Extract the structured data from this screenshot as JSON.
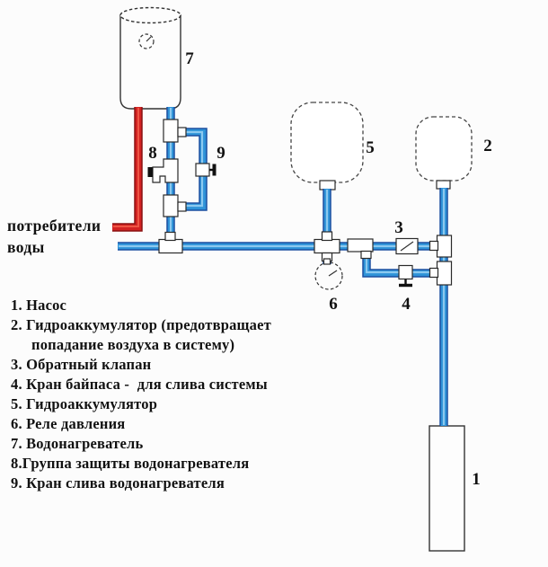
{
  "page": {
    "background": "#fcfcfc"
  },
  "colors": {
    "pipe_blue": "#2f93d8",
    "pipe_blue_dark": "#1c4fa0",
    "pipe_blue_light": "#8cc9ef",
    "pipe_red": "#d32222",
    "pipe_red_dark": "#8a1111",
    "fitting_fill": "#ffffff",
    "outline": "#2a2a2a",
    "text": "#111111"
  },
  "labels": {
    "n1": "1",
    "n2": "2",
    "n3": "3",
    "n4": "4",
    "n5": "5",
    "n6": "6",
    "n7": "7",
    "n8": "8",
    "n9": "9"
  },
  "consumers": {
    "line1": "потребители",
    "line2": "воды"
  },
  "legend": {
    "lines": [
      "1. Насос",
      "2. Гидроаккумулятор (предотвращает",
      "попадание воздуха в систему)",
      "3. Обратный клапан",
      "4. Кран байпаса -  для слива системы",
      "5. Гидроаккумулятор",
      "6. Реле давления",
      "7. Водонагреватель",
      "8.Группа защиты водонагревателя",
      "9. Кран слива водонагревателя"
    ]
  }
}
